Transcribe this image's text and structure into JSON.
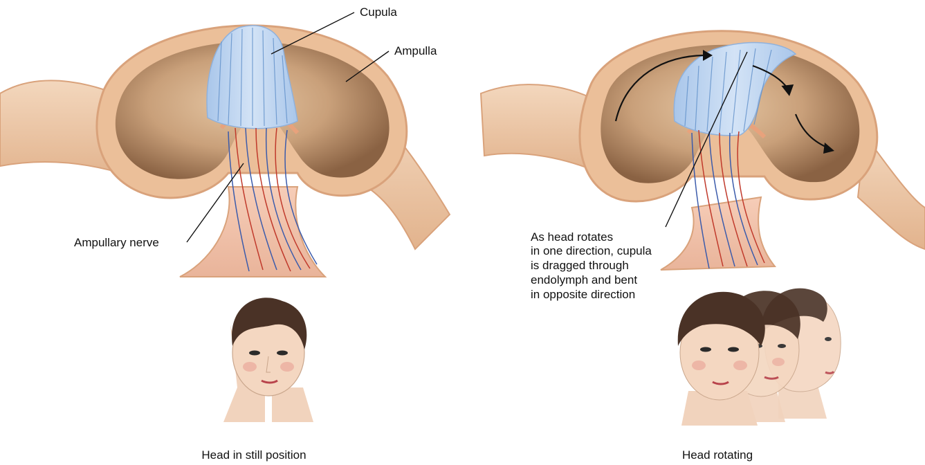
{
  "left_panel": {
    "labels": {
      "cupula": "Cupula",
      "ampulla": "Ampulla",
      "nerve": "Ampullary nerve"
    },
    "caption": "Head in still position"
  },
  "right_panel": {
    "annotation_lines": [
      "As head rotates",
      "in one direction, cupula",
      "is dragged through",
      "endolymph and bent",
      "in opposite direction"
    ],
    "caption": "Head rotating"
  }
}
